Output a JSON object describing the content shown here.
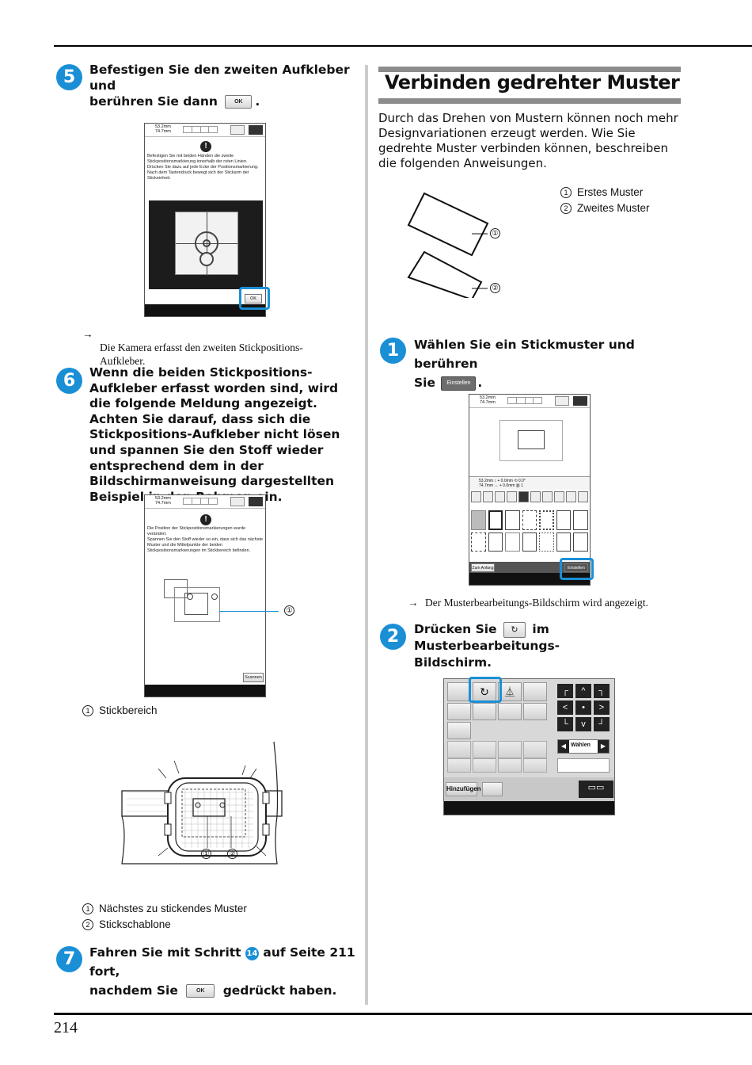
{
  "page": {
    "number": "214"
  },
  "left": {
    "step5": {
      "badge": "5",
      "line1": "Befestigen Sie den zweiten Aufkleber und",
      "line2": "berühren Sie dann",
      "ok_key": "OK",
      "period": ".",
      "screen": {
        "dims": "53.2mm\n74.7mm",
        "message": "Befestigen Sie mit beiden Händen die zweite Stickpositionsmarkierung innerhalb der roten Linien.\nDrücken Sie dazu auf jede Ecke der Positionsmarkierung. Nach dem Tastendruck bewegt sich der Stickarm der Stickeinheit.",
        "ok_button": "OK"
      },
      "result": "Die Kamera erfasst den zweiten Stickpositions-\nAufkleber."
    },
    "step6": {
      "badge": "6",
      "text": "Wenn die beiden Stickpositions-Aufkleber erfasst worden sind, wird die folgende Meldung angezeigt. Achten Sie darauf, dass sich die Stickpositions-Aufkleber nicht lösen und spannen Sie den Stoff wieder entsprechend dem in der Bildschirmanweisung dargestellten Beispiel in den Rahmen ein.",
      "screen": {
        "dims": "53.2mm\n74.7mm",
        "message": "Die Position der Stickpositionsmarkierungen wurde verändert.\nSpannen Sie den Stoff wieder so ein, dass sich das nächste Muster und die Mittelpunkte der beiden Stickpositionsmarkierungen im Stickbereich befinden.",
        "scan_button": "Scannen",
        "callout": "①"
      },
      "legend": [
        {
          "num": "1",
          "text": "Stickbereich"
        }
      ],
      "diagram_callouts": [
        "①",
        "②"
      ],
      "legend2": [
        {
          "num": "1",
          "text": "Nächstes zu stickendes Muster"
        },
        {
          "num": "2",
          "text": "Stickschablone"
        }
      ]
    },
    "step7": {
      "badge": "7",
      "part1": "Fahren Sie mit Schritt",
      "ref": "14",
      "part2": "auf Seite 211 fort,",
      "line2a": "nachdem Sie",
      "ok_key": "OK",
      "line2b": "gedrückt haben."
    }
  },
  "right": {
    "title": "Verbinden gedrehter Muster",
    "intro": "Durch das Drehen von Mustern können noch mehr Designvariationen erzeugt werden. Wie Sie gedrehte Muster verbinden können, beschreiben die folgenden Anweisungen.",
    "legend": [
      {
        "num": "1",
        "text": "Erstes Muster"
      },
      {
        "num": "2",
        "text": "Zweites Muster"
      }
    ],
    "diagram_callouts": [
      "①",
      "②"
    ],
    "step1": {
      "badge": "1",
      "line1": "Wählen Sie ein Stickmuster und berühren",
      "line2": "Sie",
      "key": "Einstellen",
      "period": ".",
      "screen": {
        "dims": "53.2mm\n74.7mm",
        "readout": "53.2mm ↕ + 0.0mm ⟲ 0.0°\n74.7mm ↔ + 0.0mm ▥ 1",
        "back_button": "Zum Anfang",
        "set_button": "Einstellen"
      },
      "result": "Der Musterbearbeitungs-Bildschirm wird angezeigt."
    },
    "step2": {
      "badge": "2",
      "part1": "Drücken Sie",
      "part2": "im Musterbearbeitungs-",
      "line2": "Bildschirm.",
      "screen": {
        "add_button": "Hinzufügen",
        "select_button": "Wählen"
      }
    }
  },
  "colors": {
    "accent": "#1a8fd6",
    "header_bar": "#8c8c8c"
  }
}
